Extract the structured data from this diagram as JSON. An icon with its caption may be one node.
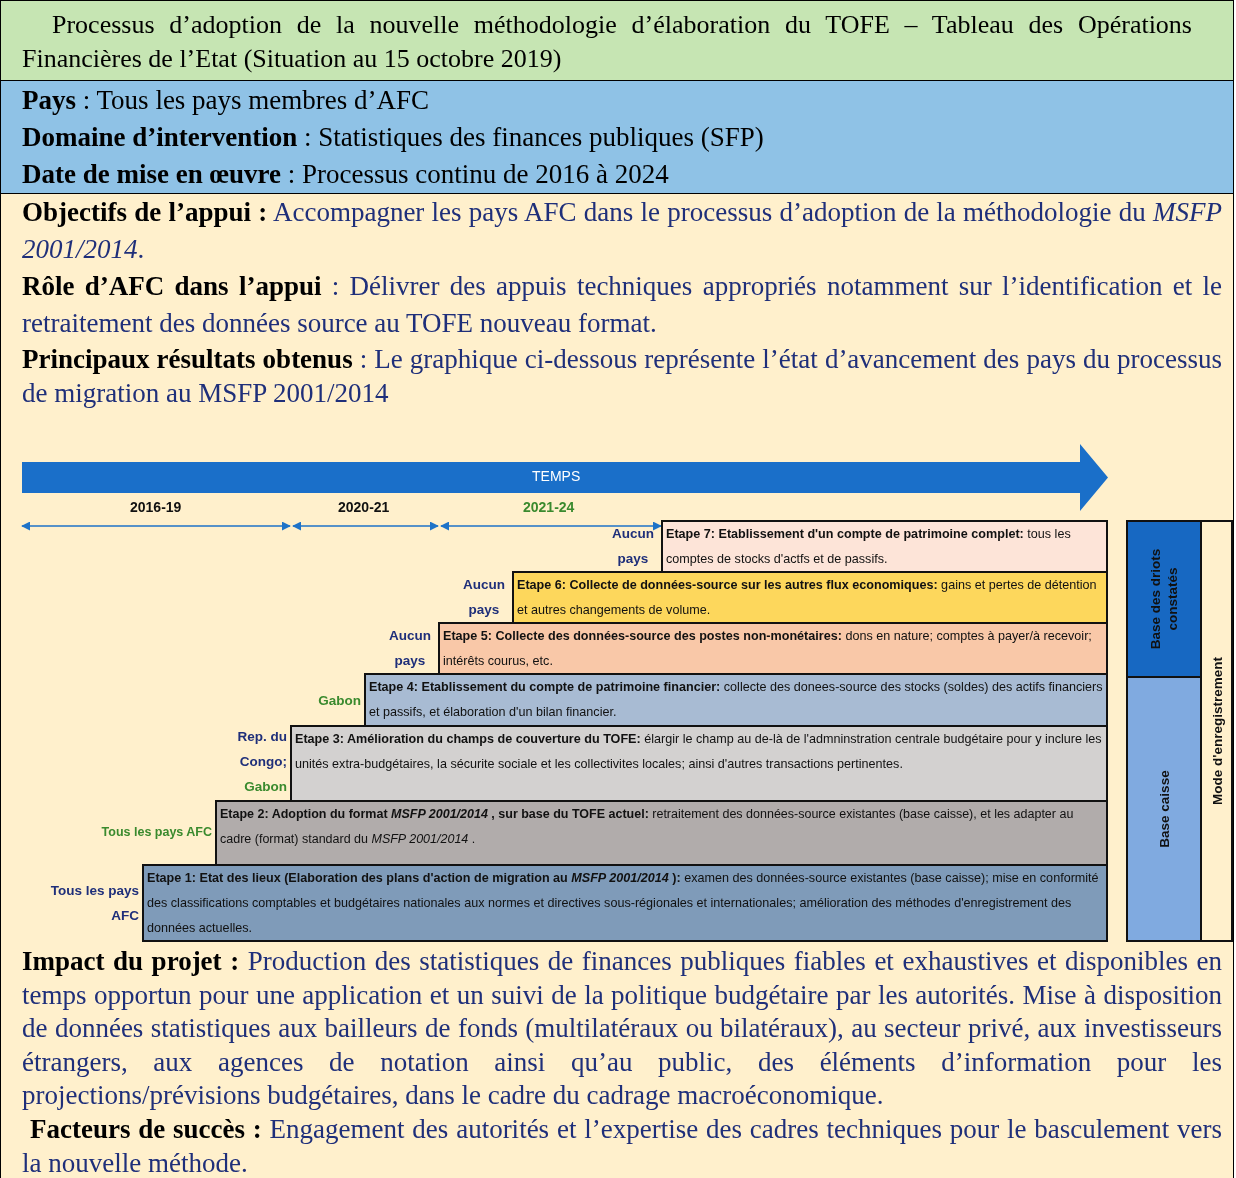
{
  "diagram": {
    "title": "Processus d’adoption de la nouvelle méthodologie d’élaboration du TOFE – Tableau des Opérations Financières de l’Etat (Situation au 15 octobre 2019)",
    "nodes": [
      {
        "text": [
          "TEMPS"
        ]
      },
      {
        "text": [
          "**Etape 7: Etablissement d'un compte de patrimoine complet:** tous les comptes de stocks d'actfs et de passifs."
        ],
        "beside": [
          "Aucun pays"
        ]
      },
      {
        "text": [
          "**Etape 6: Collecte de données-source sur les autres flux economiques:** gains et pertes de détention et autres changements de volume."
        ],
        "beside": [
          "Aucun pays"
        ]
      },
      {
        "text": [
          "**Etape 5: Collecte des données-source des postes non-monétaires:** dons en nature; comptes à payer/à recevoir; intérêts courus, etc."
        ],
        "beside": [
          "Aucun pays"
        ]
      },
      {
        "text": [
          "**Etape 4: Etablissement du compte de patrimoine financier:** collecte des donees-source des stocks (soldes) des actifs financiers et passifs, et élaboration d'un bilan financier."
        ],
        "beside": [
          "Gabon"
        ]
      },
      {
        "text": [
          "**Etape 3: Amélioration du champs de couverture du TOFE:** élargir le champ au de-là de l'admninstration centrale budgétaire pour y inclure les unités extra-budgétaires, la sécurite sociale et les collectivites locales; ainsi d'autres transactions pertinentes."
        ],
        "beside": [
          "Rep. du Congo;",
          "Gabon"
        ]
      },
      {
        "text": [
          "**Etape 2: Adoption du format *MSFP 2001/2014* , sur base du TOFE actuel:** retraitement des données-source existantes (base caisse), et les adapter au cadre (format) standard du *MSFP 2001/2014* ."
        ],
        "beside": [
          "Tous les pays AFC"
        ]
      },
      {
        "text": [
          "**Etape 1: Etat des lieux (Elaboration des plans d'action de migration au *MSFP 2001/2014* ):** examen des données-source existantes (base caisse); mise en conformité des classifications comptables et budgétaires nationales aux normes et directives sous-régionales et internationales; amélioration des méthodes d'enregistrement des données actuelles."
        ],
        "beside": [
          "Tous les pays AFC"
        ]
      },
      {
        "text": [
          "Base des driots constatés"
        ]
      },
      {
        "text": [
          "Base caisse"
        ]
      },
      {
        "text": [
          "Mode d'enregistrement"
        ]
      }
    ],
    "labels": [
      "**Pays** : Tous les pays membres d’AFC",
      "**Domaine d’intervention** :  Statistiques des finances publiques (SFP)",
      "**Date de mise en œuvre** : Processus continu de 2016 à 2024",
      "**Objectifs de l’appui :** Accompagner les pays AFC dans le processus d’adoption de la méthodologie du *MSFP 2001/2014*.",
      "**Rôle d’AFC dans l’appui** : Délivrer des appuis techniques appropriés notamment sur l’identification et le retraitement des données source au TOFE nouveau format.",
      "**Principaux résultats obtenus** : Le graphique ci-dessous représente l’état d’avancement des pays du processus de migration au MSFP 2001/2014",
      "2016-19",
      "2020-21",
      "2021-24",
      "**Impact du projet :** Production des statistiques de finances publiques fiables et exhaustives et disponibles en temps opportun pour une application et un suivi de la politique budgétaire par les autorités. Mise à disposition de données statistiques aux bailleurs de fonds (multilatéraux ou bilatéraux), au secteur privé, aux investisseurs étrangers, aux agences de notation ainsi qu’au public, des éléments d’information pour les projections/prévisions budgétaires, dans le cadre du cadrage macroéconomique.",
      "**Facteurs de succès :** Engagement des autorités et l’expertise des cadres techniques pour le basculement vers la nouvelle méthode."
    ]
  }
}
